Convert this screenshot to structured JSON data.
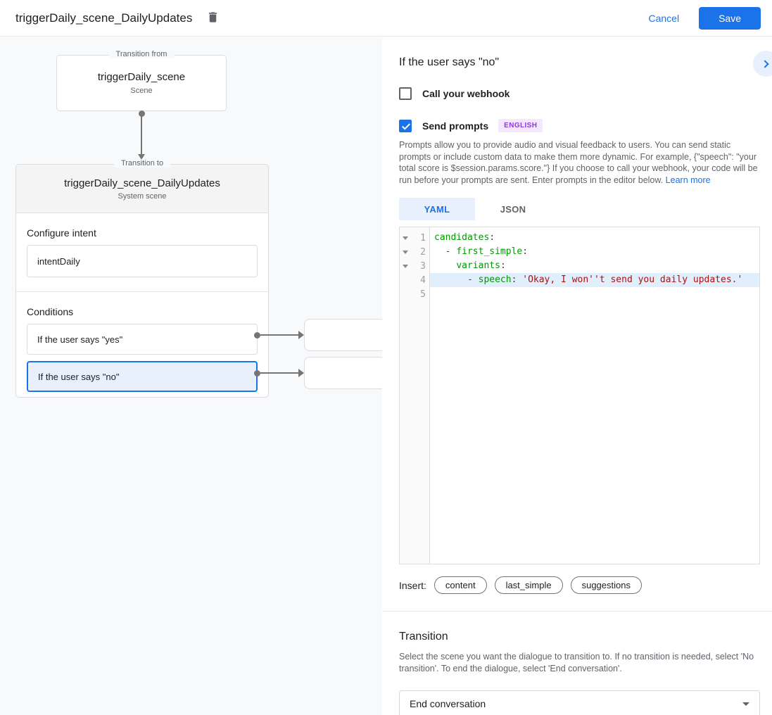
{
  "app": {
    "title": "triggerDaily_scene_DailyUpdates",
    "cancel_label": "Cancel",
    "save_label": "Save"
  },
  "colors": {
    "accent": "#1a73e8",
    "selected_condition_bg": "#e8f0fe",
    "badge_bg": "#f3e8fd",
    "badge_text": "#9334e6",
    "code_key": "#009900",
    "code_string": "#aa1111",
    "active_line_bg": "#e1eefb",
    "canvas_bg": "#f8f9fa"
  },
  "diagram": {
    "from": {
      "legend": "Transition from",
      "title": "triggerDaily_scene",
      "subtitle": "Scene"
    },
    "to": {
      "legend": "Transition to",
      "title": "triggerDaily_scene_DailyUpdates",
      "subtitle": "System scene",
      "intent_label": "Configure intent",
      "intent_value": "intentDaily",
      "conditions_label": "Conditions",
      "conditions": [
        {
          "label": "If the user says \"yes\"",
          "selected": false
        },
        {
          "label": "If the user says \"no\"",
          "selected": true
        }
      ]
    }
  },
  "panel": {
    "title": "If the user says \"no\"",
    "webhook_label": "Call your webhook",
    "prompts_label": "Send prompts",
    "language_badge": "ENGLISH",
    "description": "Prompts allow you to provide audio and visual feedback to users. You can send static prompts or include custom data to make them more dynamic. For example, {\"speech\": \"your total score is $session.params.score.\"} If you choose to call your webhook, your code will be run before your prompts are sent. Enter prompts in the editor below. ",
    "learn_more": "Learn more",
    "tabs": [
      {
        "label": "YAML",
        "active": true
      },
      {
        "label": "JSON",
        "active": false
      }
    ],
    "insert_label": "Insert:",
    "insert_chips": [
      "content",
      "last_simple",
      "suggestions"
    ],
    "transition": {
      "heading": "Transition",
      "description": "Select the scene you want the dialogue to transition to. If no transition is needed, select 'No transition'. To end the dialogue, select 'End conversation'.",
      "selected_value": "End conversation"
    }
  },
  "editor": {
    "lines": [
      {
        "num": "1",
        "fold": true,
        "highlight": false,
        "tokens": [
          {
            "t": "candidates",
            "c": "key"
          },
          {
            "t": ":",
            "c": "plain"
          }
        ]
      },
      {
        "num": "2",
        "fold": true,
        "highlight": false,
        "tokens": [
          {
            "t": "  - ",
            "c": "plain"
          },
          {
            "t": "first_simple",
            "c": "key"
          },
          {
            "t": ":",
            "c": "plain"
          }
        ]
      },
      {
        "num": "3",
        "fold": true,
        "highlight": false,
        "tokens": [
          {
            "t": "    ",
            "c": "plain"
          },
          {
            "t": "variants",
            "c": "key"
          },
          {
            "t": ":",
            "c": "plain"
          }
        ]
      },
      {
        "num": "4",
        "fold": false,
        "highlight": true,
        "tokens": [
          {
            "t": "      - ",
            "c": "plain"
          },
          {
            "t": "speech",
            "c": "key"
          },
          {
            "t": ": ",
            "c": "plain"
          },
          {
            "t": "'Okay, I won''t send you daily updates.'",
            "c": "string"
          }
        ]
      },
      {
        "num": "5",
        "fold": false,
        "highlight": false,
        "tokens": []
      }
    ]
  }
}
